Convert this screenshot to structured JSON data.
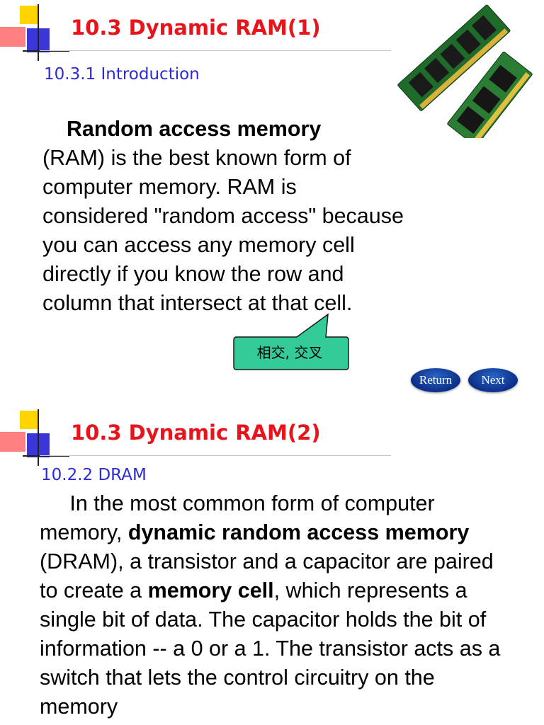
{
  "slide1": {
    "title": "10.3 Dynamic RAM(1)",
    "subtitle": "10.3.1 Introduction",
    "paragraph": {
      "lead": "Random access memory",
      "text": "(RAM) is the best known form of computer memory. RAM is considered \"random access\" because you can access any memory cell directly if you know the row and column that intersect at that cell."
    },
    "callout": "相交, 交叉",
    "nav": {
      "return_label": "Return",
      "next_label": "Next"
    }
  },
  "slide2": {
    "title": "10.3 Dynamic RAM(2)",
    "subtitle": "10.2.2 DRAM",
    "paragraph": {
      "t1": "In the most common form of computer memory, ",
      "b1": "dynamic random access memory",
      "t2": " (DRAM), a transistor and a capacitor are paired to create a ",
      "b2": "memory cell",
      "t3": ", which represents a single bit of data. The capacitor holds the bit of information -- a 0 or a 1. The transistor acts as a switch that lets the control circuitry on the memory"
    }
  },
  "colors": {
    "title": "#e8131b",
    "subtitle": "#2c2bd6",
    "callout": "#33cc99",
    "button": "#0b2f8a"
  }
}
